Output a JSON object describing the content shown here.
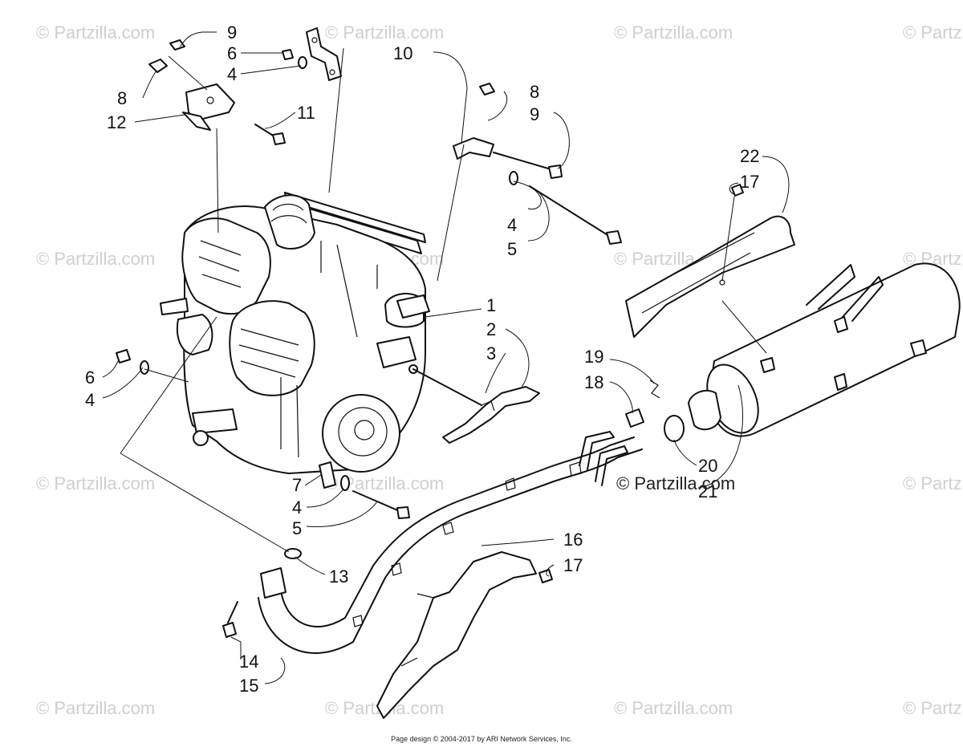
{
  "watermark_text": "© Partzilla.com",
  "credit": "Page design © 2004-2017 by ARI Network Services, Inc.",
  "callouts": {
    "c9a": "9",
    "c6a": "6",
    "c4a": "4",
    "c10": "10",
    "c8a": "8",
    "c12": "12",
    "c11": "11",
    "c8b": "8",
    "c9b": "9",
    "c22": "22",
    "c17a": "17",
    "c4b": "4",
    "c5a": "5",
    "c1": "1",
    "c2": "2",
    "c3": "3",
    "c6b": "6",
    "c4c": "4",
    "c19": "19",
    "c18": "18",
    "c20": "20",
    "c21": "21",
    "c7": "7",
    "c4d": "4",
    "c5b": "5",
    "c16": "16",
    "c17b": "17",
    "c13": "13",
    "c14": "14",
    "c15": "15"
  },
  "colors": {
    "ink": "#111111",
    "watermark": "#cfcfcf",
    "background": "#ffffff"
  }
}
